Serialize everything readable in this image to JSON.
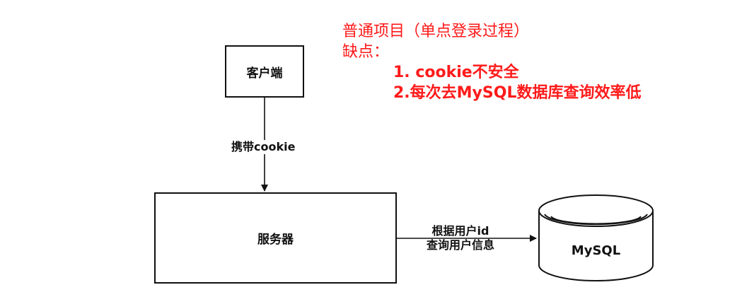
{
  "nodes": {
    "client": "客户端",
    "server": "服务器",
    "database": "MySQL"
  },
  "edges": {
    "client_to_server": "携带cookie",
    "server_to_db_line1": "根据用户id",
    "server_to_db_line2": "查询用户信息"
  },
  "notes": {
    "title": "普通项目（单点登录过程）",
    "subtitle": "缺点：",
    "items": [
      "1. cookie不安全",
      "2.每次去MySQL数据库查询效率低"
    ]
  },
  "colors": {
    "note_text": "#ff1a1a",
    "stroke": "#111111"
  }
}
